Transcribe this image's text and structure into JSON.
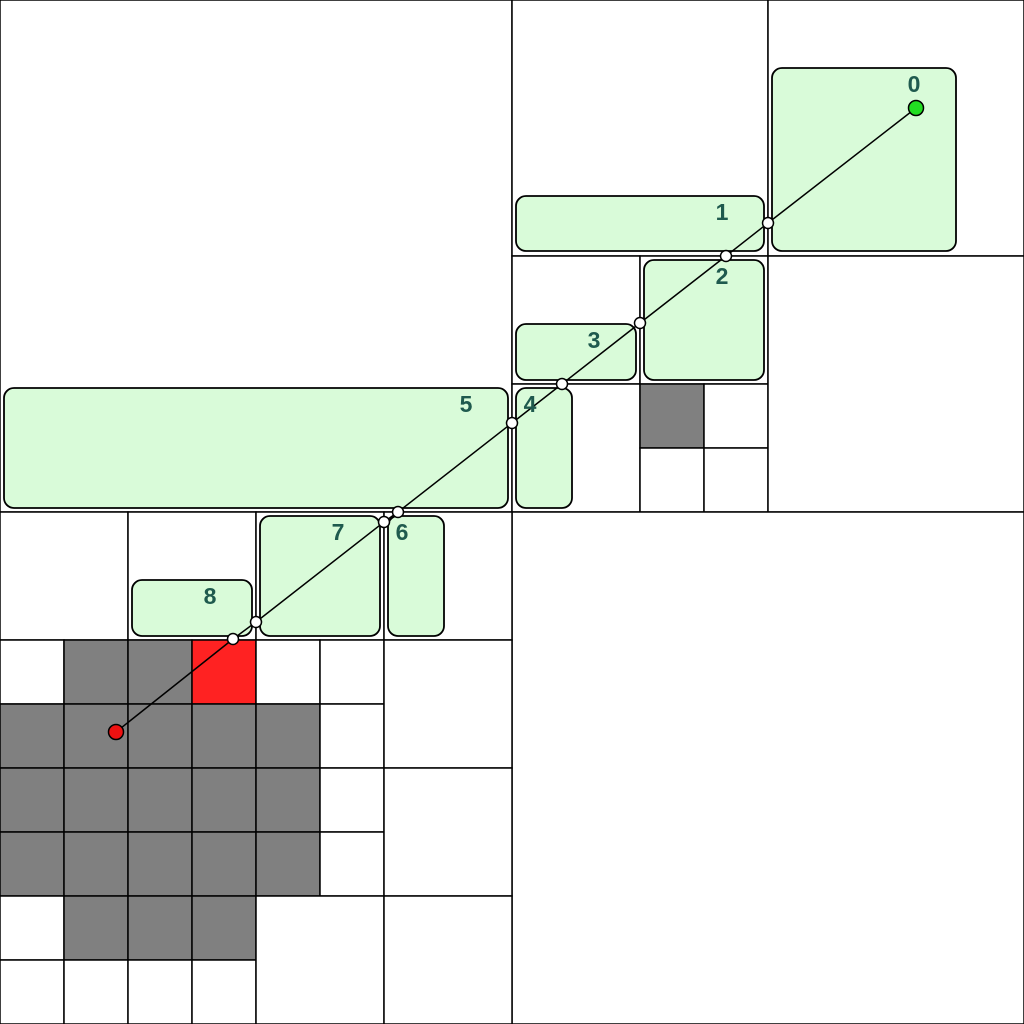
{
  "diagram": {
    "cell_states": {
      "free": "#ffffff",
      "obstacle": "#808080",
      "target": "#ff2222",
      "portal_fill": "#d9fbd9"
    },
    "start_color": "#22dd22",
    "goal_color": "#ee1111",
    "regions": [
      {
        "id": "0",
        "label": "0"
      },
      {
        "id": "1",
        "label": "1"
      },
      {
        "id": "2",
        "label": "2"
      },
      {
        "id": "3",
        "label": "3"
      },
      {
        "id": "4",
        "label": "4"
      },
      {
        "id": "5",
        "label": "5"
      },
      {
        "id": "6",
        "label": "6"
      },
      {
        "id": "7",
        "label": "7"
      },
      {
        "id": "8",
        "label": "8"
      }
    ]
  }
}
